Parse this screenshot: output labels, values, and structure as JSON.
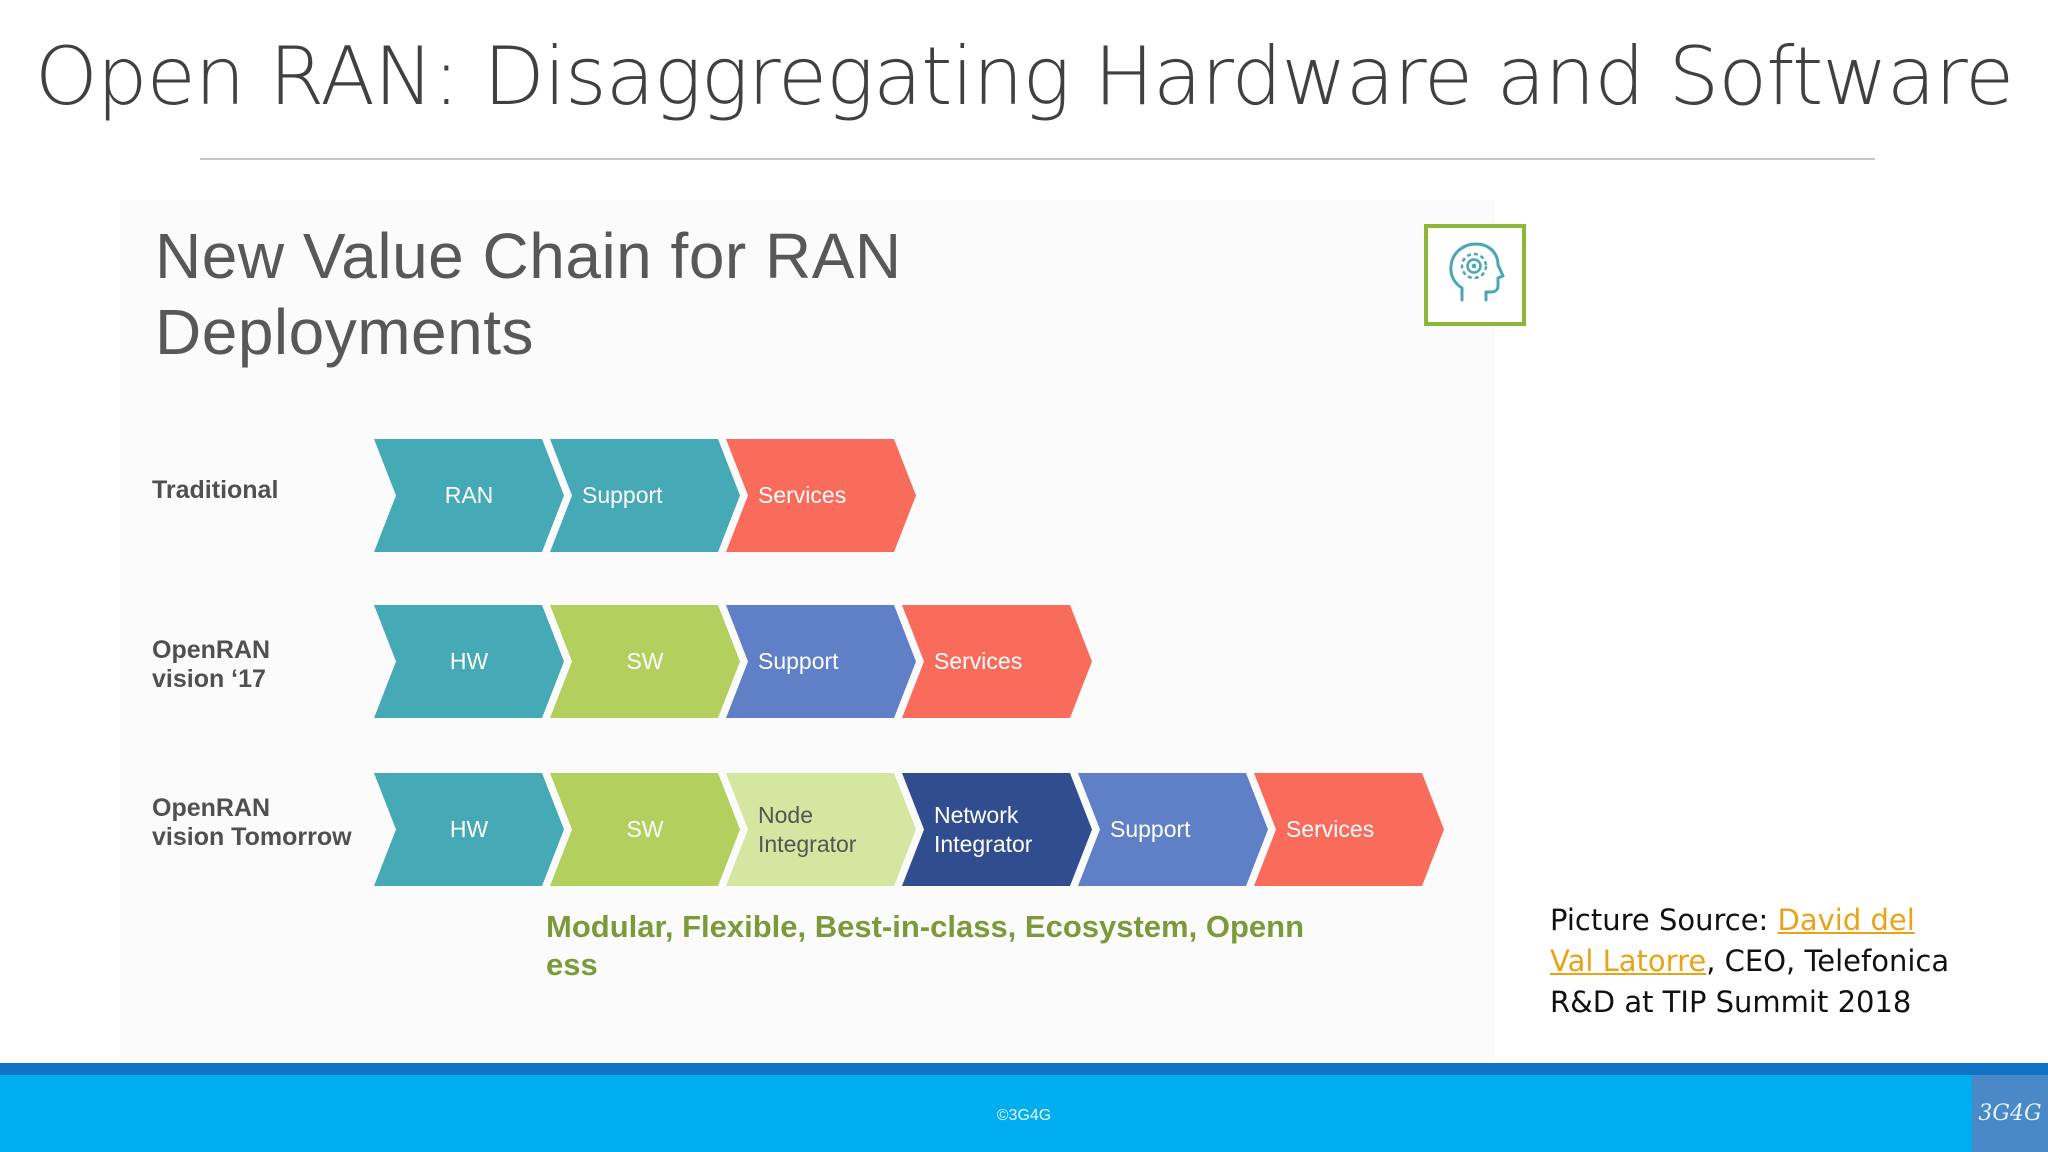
{
  "slide": {
    "title": "Open RAN: Disaggregating Hardware and Software"
  },
  "panel": {
    "heading_line1": "New Value Chain for RAN",
    "heading_line2": "Deployments",
    "icon": "head-gear-icon"
  },
  "rows": [
    {
      "label_lines": [
        "Traditional"
      ],
      "steps": [
        {
          "lines": [
            "RAN"
          ],
          "color": "#45a9b6"
        },
        {
          "lines": [
            "Support"
          ],
          "color": "#45a9b6"
        },
        {
          "lines": [
            "Services"
          ],
          "color": "#f96b5a"
        }
      ]
    },
    {
      "label_lines": [
        "OpenRAN",
        "vision ‘17"
      ],
      "steps": [
        {
          "lines": [
            "HW"
          ],
          "color": "#45a9b6"
        },
        {
          "lines": [
            "SW"
          ],
          "color": "#b3cf5e"
        },
        {
          "lines": [
            "Support"
          ],
          "color": "#5f7fc6"
        },
        {
          "lines": [
            "Services"
          ],
          "color": "#f96b5a"
        }
      ]
    },
    {
      "label_lines": [
        "OpenRAN",
        "vision Tomorrow"
      ],
      "steps": [
        {
          "lines": [
            "HW"
          ],
          "color": "#45a9b6"
        },
        {
          "lines": [
            "SW"
          ],
          "color": "#b3cf5e"
        },
        {
          "lines": [
            "Node",
            "Integrator"
          ],
          "color": "#d4e6a0"
        },
        {
          "lines": [
            "Network",
            "Integrator"
          ],
          "color": "#2f4d8f"
        },
        {
          "lines": [
            "Support"
          ],
          "color": "#5f7fc6"
        },
        {
          "lines": [
            "Services"
          ],
          "color": "#f96b5a"
        }
      ]
    }
  ],
  "tagline": "Modular, Flexible, Best-in-class, Ecosystem, Openness",
  "source": {
    "prefix": "Picture Source: ",
    "link_text": "David del Val Latorre",
    "suffix": ", CEO, Telefonica R&D at TIP Summit 2018"
  },
  "footer": {
    "copyright": "©3G4G",
    "logo_text": "3G4G"
  },
  "colors": {
    "teal": "#45a9b6",
    "lime": "#b3cf5e",
    "pale_lime": "#d4e6a0",
    "blue": "#5f7fc6",
    "navy": "#2f4d8f",
    "coral": "#f96b5a",
    "footer_blue": "#00adef",
    "tagline_green": "#7d9a3a"
  }
}
